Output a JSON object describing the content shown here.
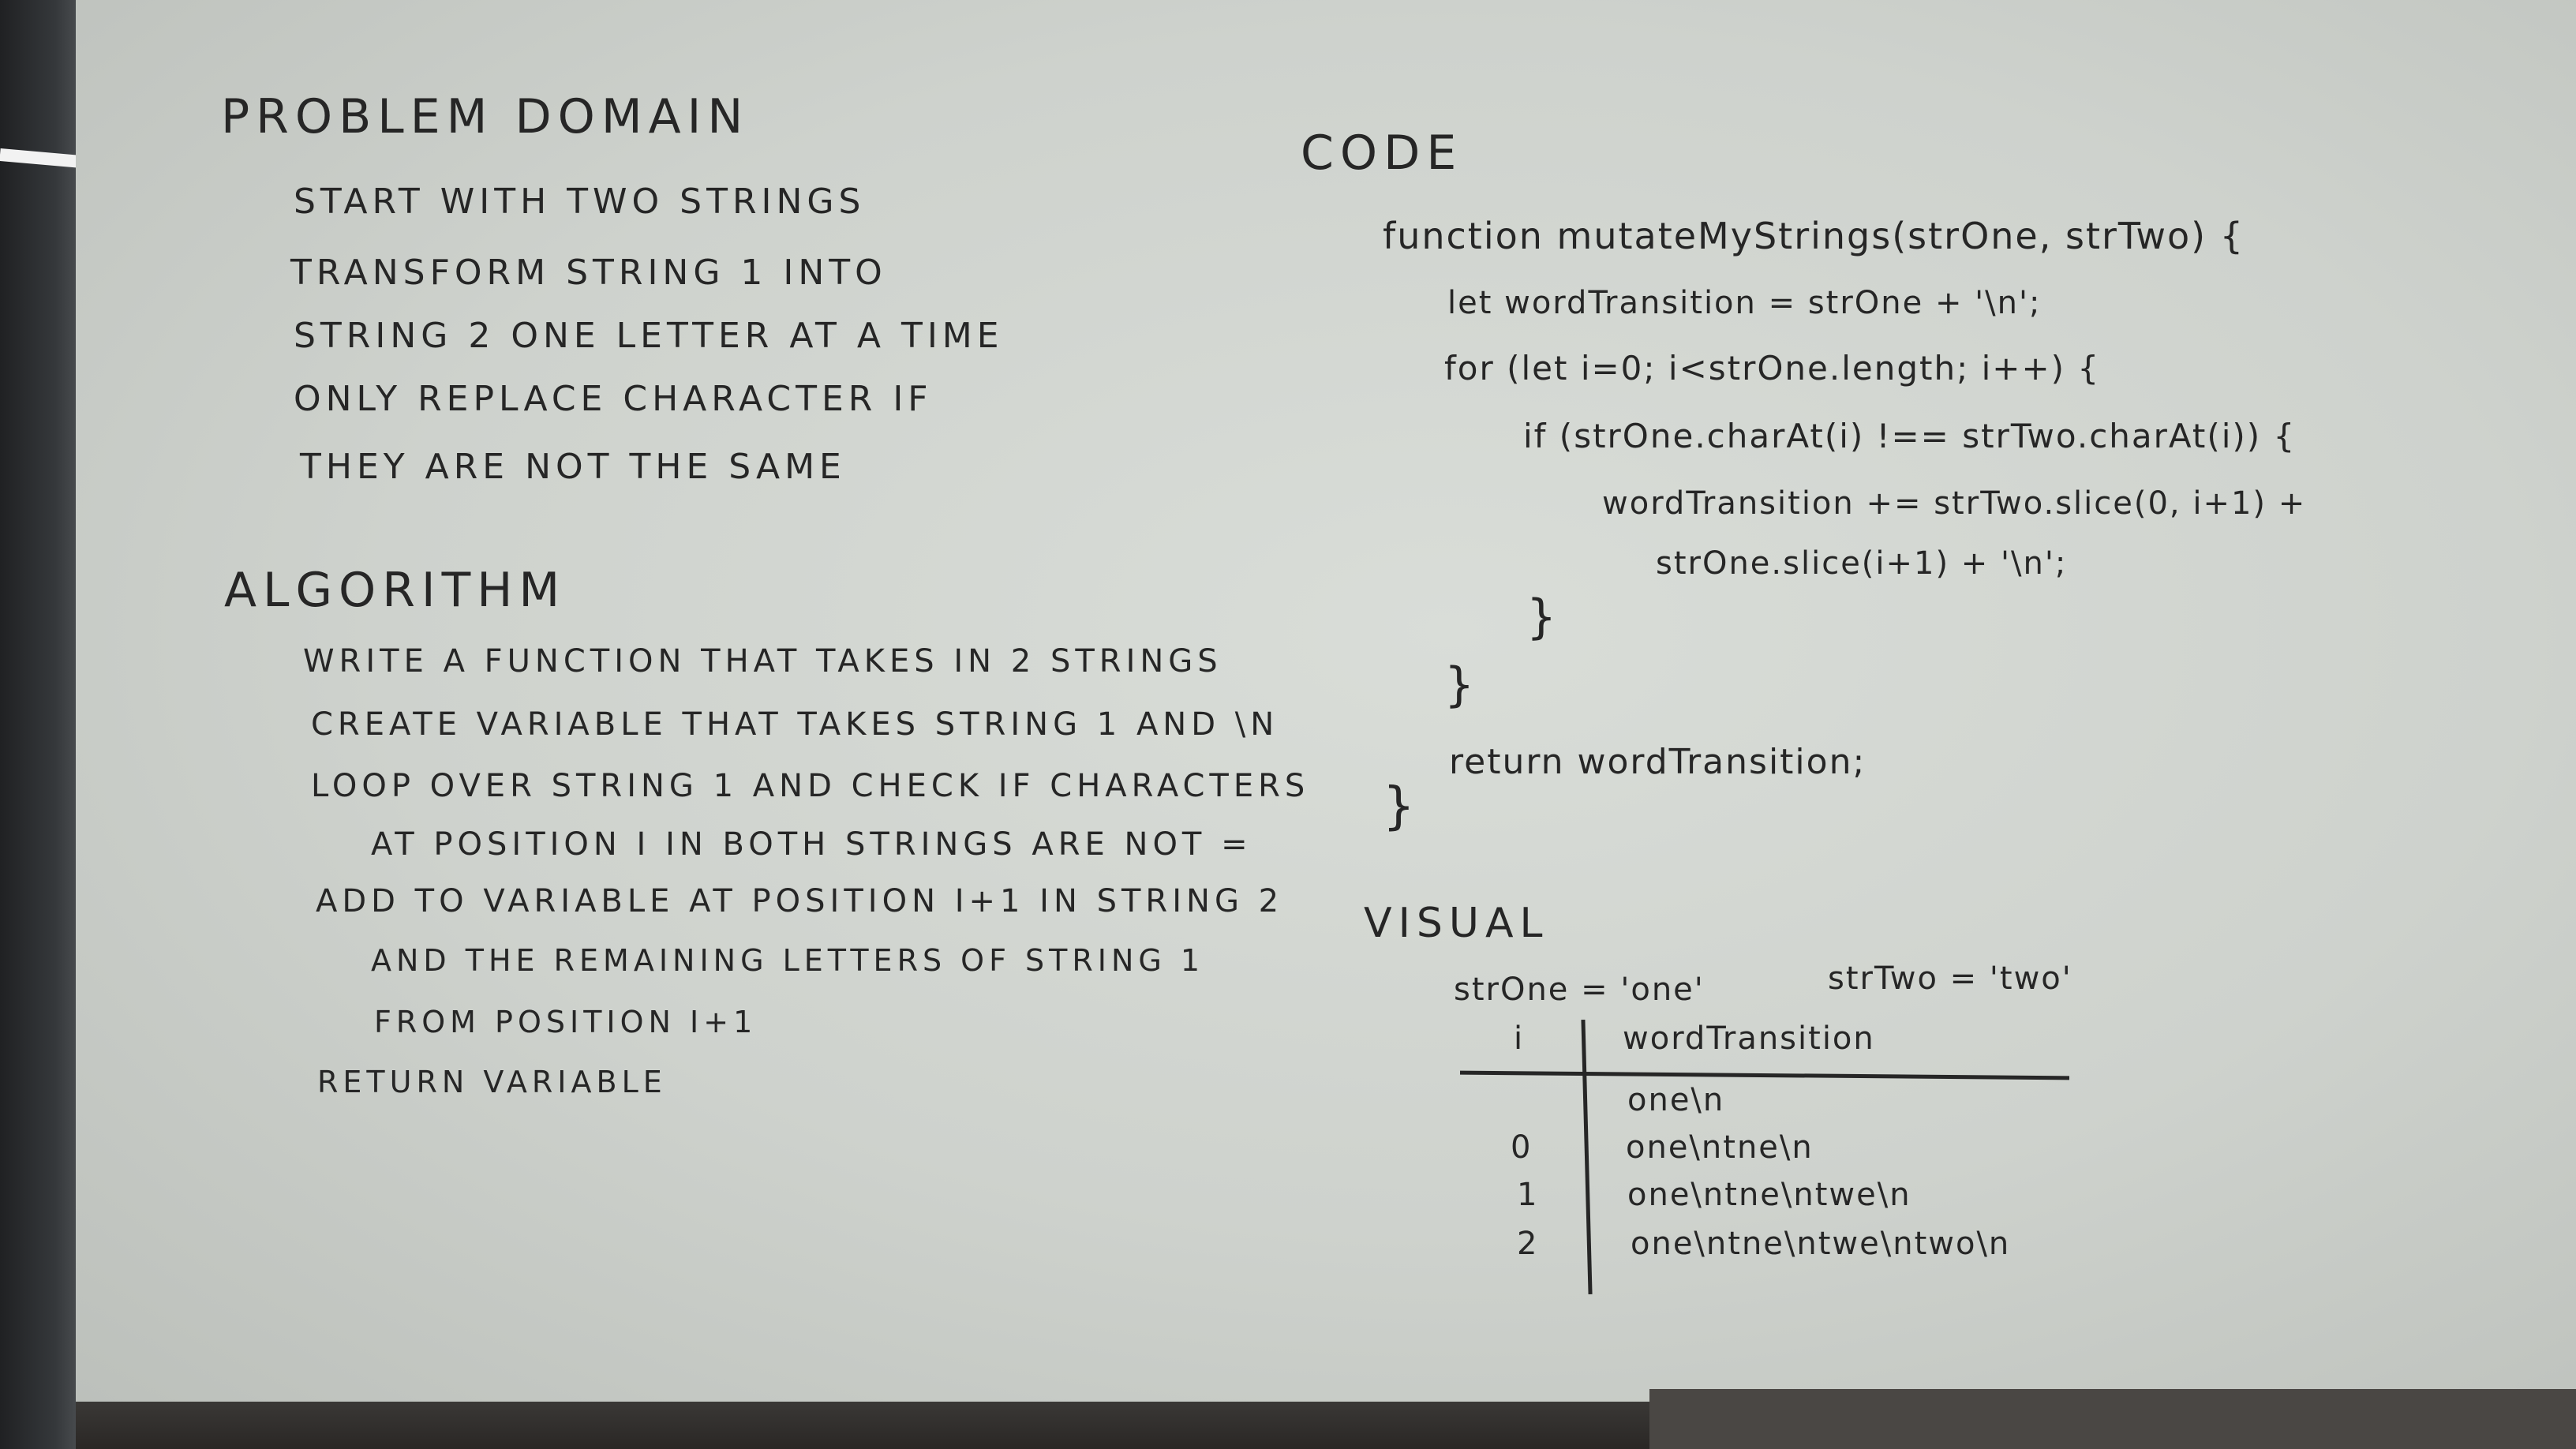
{
  "problem_domain": {
    "heading": "PROBLEM DOMAIN",
    "lines": [
      "START WITH TWO STRINGS",
      "TRANSFORM STRING 1 INTO",
      "STRING 2 ONE LETTER AT A TIME",
      "ONLY REPLACE CHARACTER IF",
      "THEY ARE NOT THE SAME"
    ]
  },
  "algorithm": {
    "heading": "ALGORITHM",
    "lines": [
      "WRITE A FUNCTION THAT TAKES IN 2 STRINGS",
      "CREATE VARIABLE THAT TAKES STRING 1 AND \\n",
      "LOOP OVER STRING 1 AND CHECK IF CHARACTERS",
      "AT POSITION i IN BOTH STRINGS ARE NOT =",
      "ADD TO VARIABLE AT POSITION i+1 IN STRING 2",
      "AND THE REMAINING LETTERS OF STRING 1",
      "FROM POSITION i+1",
      "RETURN VARIABLE"
    ]
  },
  "code": {
    "heading": "CODE",
    "lines": [
      "function mutateMyStrings(strOne, strTwo) {",
      "let wordTransition = strOne + '\\n';",
      "for (let i=0; i<strOne.length; i++) {",
      "if (strOne.charAt(i) !== strTwo.charAt(i)) {",
      "wordTransition += strTwo.slice(0, i+1) +",
      "strOne.slice(i+1) + '\\n';",
      "}",
      "}",
      "return wordTransition;",
      "}"
    ]
  },
  "visual": {
    "heading": "VISUAL",
    "str_one": "strOne = 'one'",
    "str_two": "strTwo = 'two'",
    "col_i": "i",
    "col_word": "wordTransition",
    "rows": [
      {
        "i": "",
        "value": "one\\n"
      },
      {
        "i": "0",
        "value": "one\\ntne\\n"
      },
      {
        "i": "1",
        "value": "one\\ntne\\ntwe\\n"
      },
      {
        "i": "2",
        "value": "one\\ntne\\ntwe\\ntwo\\n"
      }
    ]
  },
  "colors": {
    "board": "#d3d7d2",
    "ink": "#262626",
    "frame": "#2b2b2b"
  }
}
